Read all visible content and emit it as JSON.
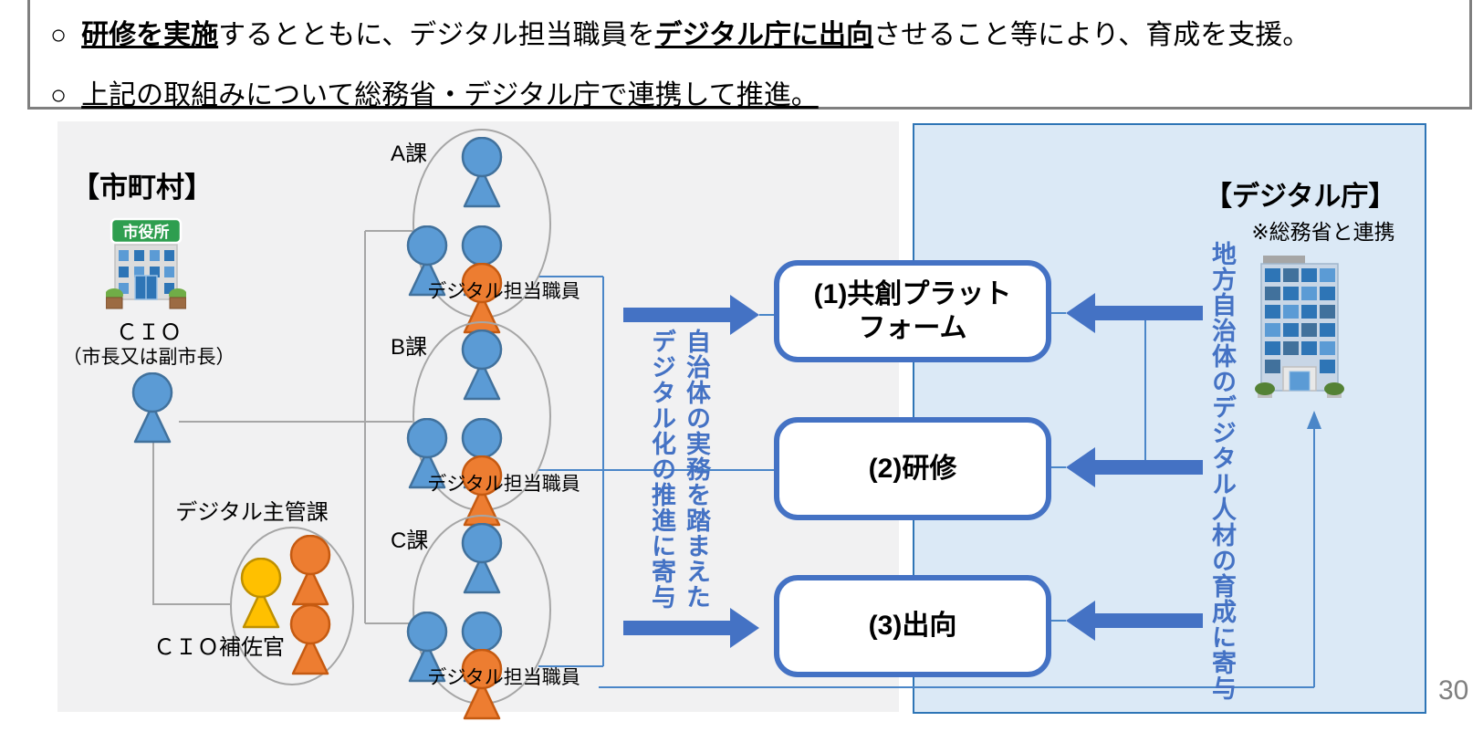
{
  "palette": {
    "accent_blue": "#4472C4",
    "thin_line_blue": "#4A86C8",
    "panel_blue_bg": "#DBE9F6",
    "panel_blue_border": "#2E75B6",
    "panel_gray_bg": "#F1F1F2",
    "person_blue": "#5B9BD5",
    "person_orange": "#ED7D31",
    "person_yellow": "#FFC000",
    "ellipse_gray": "#A6A6A6",
    "callout_border_gray": "#7F7F7F",
    "sign_green": "#2E9E4F",
    "page_number_gray": "#7F7F7F"
  },
  "callout": {
    "marker": "○",
    "line1": {
      "s1": "研修を実施",
      "s2": "するとともに、デジタル担当職員を",
      "s3": "デジタル庁に出向",
      "s4": "させること等により、育成を支援。"
    },
    "line2": "上記の取組みについて総務省・デジタル庁で連携して推進。"
  },
  "municipality": {
    "title": "【市町村】",
    "building_sign": "市役所",
    "cio_label": "ＣＩＯ",
    "cio_sub": "（市長又は副市長）",
    "digital_dept_label": "デジタル主管課",
    "cio_aide_label": "ＣＩＯ補佐官",
    "staff_label": "デジタル担当職員",
    "groups": [
      {
        "name": "A課",
        "staff": "デジタル担当職員"
      },
      {
        "name": "B課",
        "staff": "デジタル担当職員"
      },
      {
        "name": "C課",
        "staff": "デジタル担当職員"
      }
    ]
  },
  "measures": [
    {
      "label": "(1)共創プラット\nフォーム"
    },
    {
      "label": "(2)研修"
    },
    {
      "label": "(3)出向"
    }
  ],
  "middle_caption": {
    "col1": "自治体の実務を踏まえた",
    "col2": "デジタル化の推進に寄与"
  },
  "digital_agency": {
    "title": "【デジタル庁】",
    "note": "※総務省と連携",
    "caption": "地方自治体のデジタル人材の育成に寄与"
  },
  "page_number": "30"
}
